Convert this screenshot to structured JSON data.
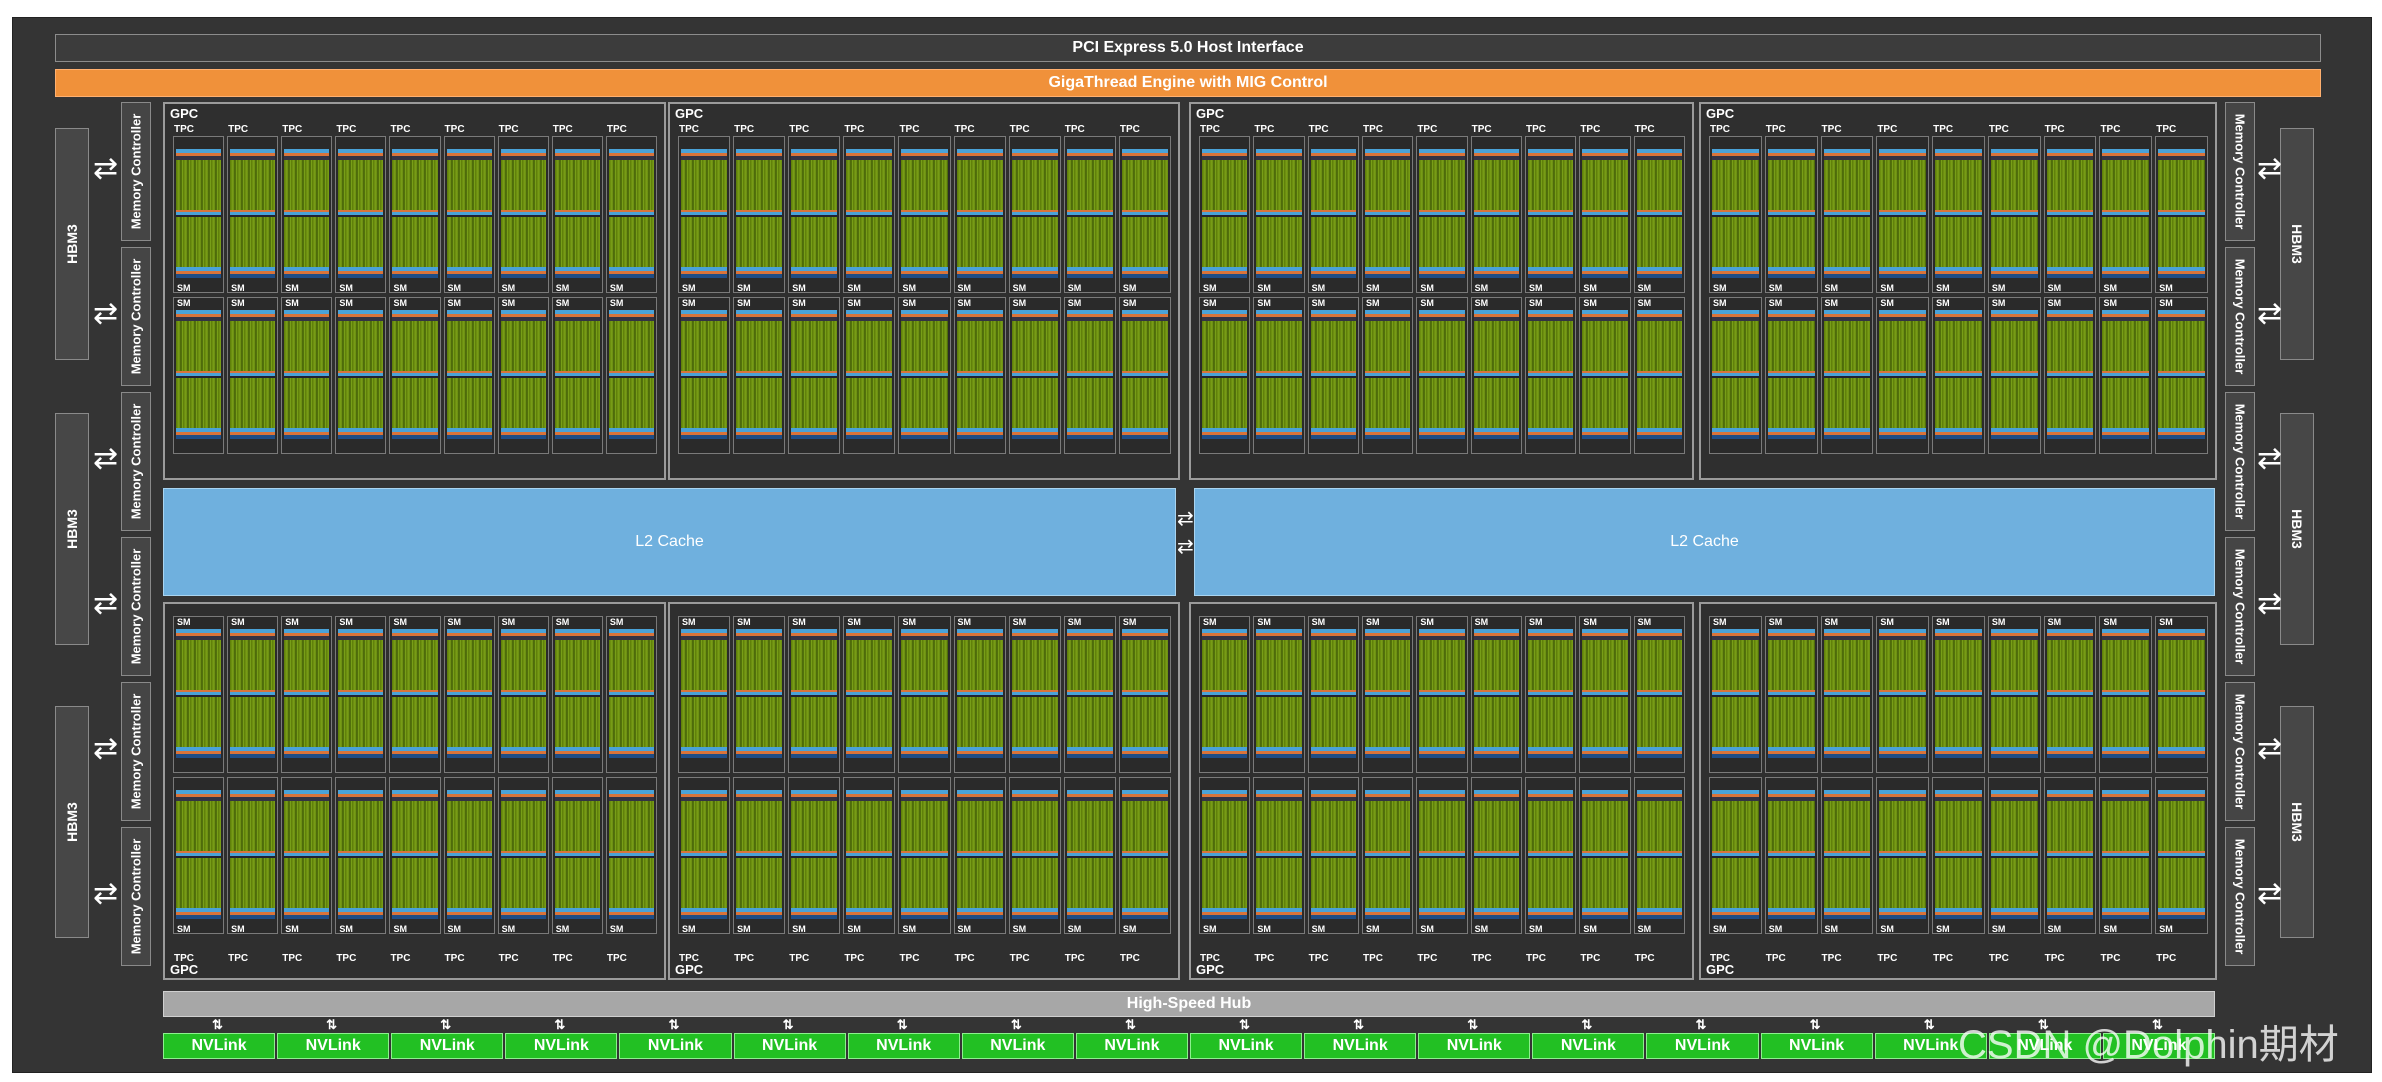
{
  "header": {
    "pcie_label": "PCI Express 5.0 Host Interface",
    "gigathread_label": "GigaThread Engine with MIG Control"
  },
  "memory": {
    "hbm_label": "HBM3",
    "controller_label": "Memory Controller",
    "left_hbm": [
      "HBM3",
      "HBM3",
      "HBM3"
    ],
    "right_hbm": [
      "HBM3",
      "HBM3",
      "HBM3"
    ]
  },
  "gpc": {
    "label": "GPC",
    "tpc_label": "TPC",
    "sm_label": "SM",
    "tpc_per_gpc": 9,
    "count": 8
  },
  "cache": {
    "left_label": "L2 Cache",
    "right_label": "L2 Cache"
  },
  "hub": {
    "label": "High-Speed Hub"
  },
  "nvlink": {
    "labels": [
      "NVLink",
      "NVLink",
      "NVLink",
      "NVLink",
      "NVLink",
      "NVLink",
      "NVLink",
      "NVLink",
      "NVLink",
      "NVLink",
      "NVLink",
      "NVLink",
      "NVLink",
      "NVLink",
      "NVLink",
      "NVLink",
      "NVLink",
      "NVLink"
    ]
  },
  "icons": {
    "link_arrow": "bidirectional-arrow-icon"
  },
  "colors": {
    "die_background": "#343434",
    "gigathread": "#f0913a",
    "l2_cache": "#6fb0de",
    "nvlink": "#22c023",
    "hub": "#a7a7a7",
    "sm_core_green": "#6b8c10"
  },
  "watermark": "CSDN @Dolphin期材"
}
